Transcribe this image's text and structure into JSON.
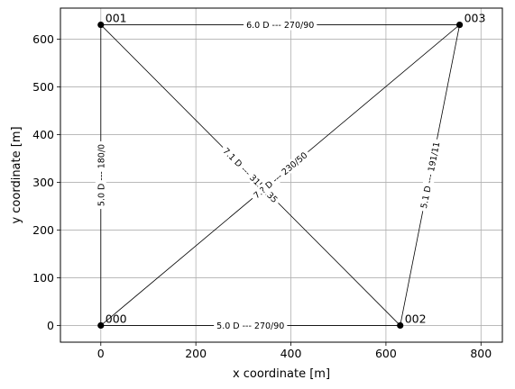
{
  "chart_data": {
    "type": "scatter",
    "title": "",
    "xlabel": "x coordinate [m]",
    "ylabel": "y coordinate [m]",
    "xlim": [
      -85,
      845
    ],
    "ylim": [
      -35,
      665
    ],
    "xticks": [
      0,
      200,
      400,
      600,
      800
    ],
    "yticks": [
      0,
      100,
      200,
      300,
      400,
      500,
      600
    ],
    "grid": true,
    "points": [
      {
        "label": "000",
        "x": 0,
        "y": 0
      },
      {
        "label": "001",
        "x": 0,
        "y": 630
      },
      {
        "label": "002",
        "x": 630,
        "y": 0
      },
      {
        "label": "003",
        "x": 755,
        "y": 630
      }
    ],
    "edges": [
      {
        "from": "000",
        "to": "002",
        "label": "5.0 D --- 270/90"
      },
      {
        "from": "001",
        "to": "003",
        "label": "6.0 D --- 270/90"
      },
      {
        "from": "000",
        "to": "001",
        "label": "5.0 D --- 180/0"
      },
      {
        "from": "002",
        "to": "003",
        "label": "5.1 D --- 191/11"
      },
      {
        "from": "001",
        "to": "002",
        "label": "7.1 D --- 315/135"
      },
      {
        "from": "000",
        "to": "003",
        "label": "7.? D --- 230/50"
      }
    ]
  }
}
